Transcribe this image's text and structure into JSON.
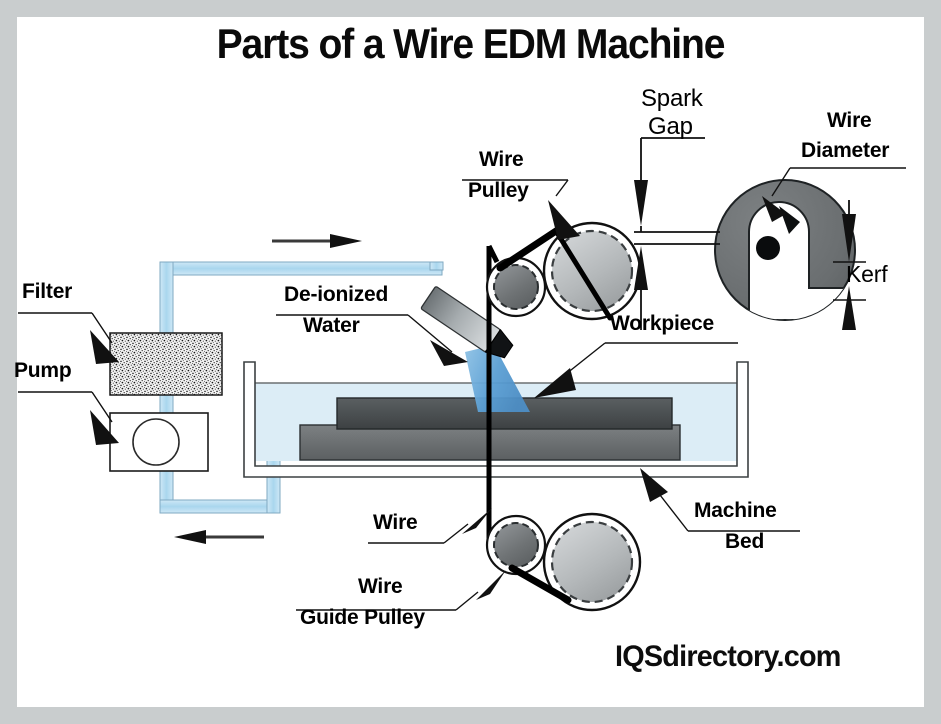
{
  "title": "Parts of a Wire EDM Machine",
  "brand": "IQSdirectory.com",
  "colors": {
    "frame": "#c9cdce",
    "canvas": "#ffffff",
    "ink": "#000000",
    "water": "#bfe0f2",
    "water_tank": "#dceef7",
    "spray": "#5a9fd4",
    "workpiece_dark": "#4d5153",
    "machine_bed": "#6e7274",
    "pulley_light": "#b9bcbe",
    "pulley_dark": "#6b6e70",
    "detail_circle": "#6b6e70",
    "nozzle": "#9aa0a3",
    "filter_fill": "#efefef"
  },
  "labels": {
    "filter": "Filter",
    "pump": "Pump",
    "deionized_water_line1": "De-ionized",
    "deionized_water_line2": "Water",
    "wire_pulley_line1": "Wire",
    "wire_pulley_line2": "Pulley",
    "spark_gap_line1": "Spark",
    "spark_gap_line2": "Gap",
    "wire_diameter_line1": "Wire",
    "wire_diameter_line2": "Diameter",
    "kerf": "Kerf",
    "workpiece": "Workpiece",
    "machine_bed_line1": "Machine",
    "machine_bed_line2": "Bed",
    "wire": "Wire",
    "wire_guide_pulley_line1": "Wire",
    "wire_guide_pulley_line2": "Guide Pulley"
  },
  "parts": [
    {
      "id": "filter",
      "name": "Filter"
    },
    {
      "id": "pump",
      "name": "Pump"
    },
    {
      "id": "deionized-water",
      "name": "De-ionized Water"
    },
    {
      "id": "wire-pulley",
      "name": "Wire Pulley"
    },
    {
      "id": "spark-gap",
      "name": "Spark Gap"
    },
    {
      "id": "wire-diameter",
      "name": "Wire Diameter"
    },
    {
      "id": "kerf",
      "name": "Kerf"
    },
    {
      "id": "workpiece",
      "name": "Workpiece"
    },
    {
      "id": "machine-bed",
      "name": "Machine Bed"
    },
    {
      "id": "wire",
      "name": "Wire"
    },
    {
      "id": "wire-guide-pulley",
      "name": "Wire Guide Pulley"
    }
  ]
}
